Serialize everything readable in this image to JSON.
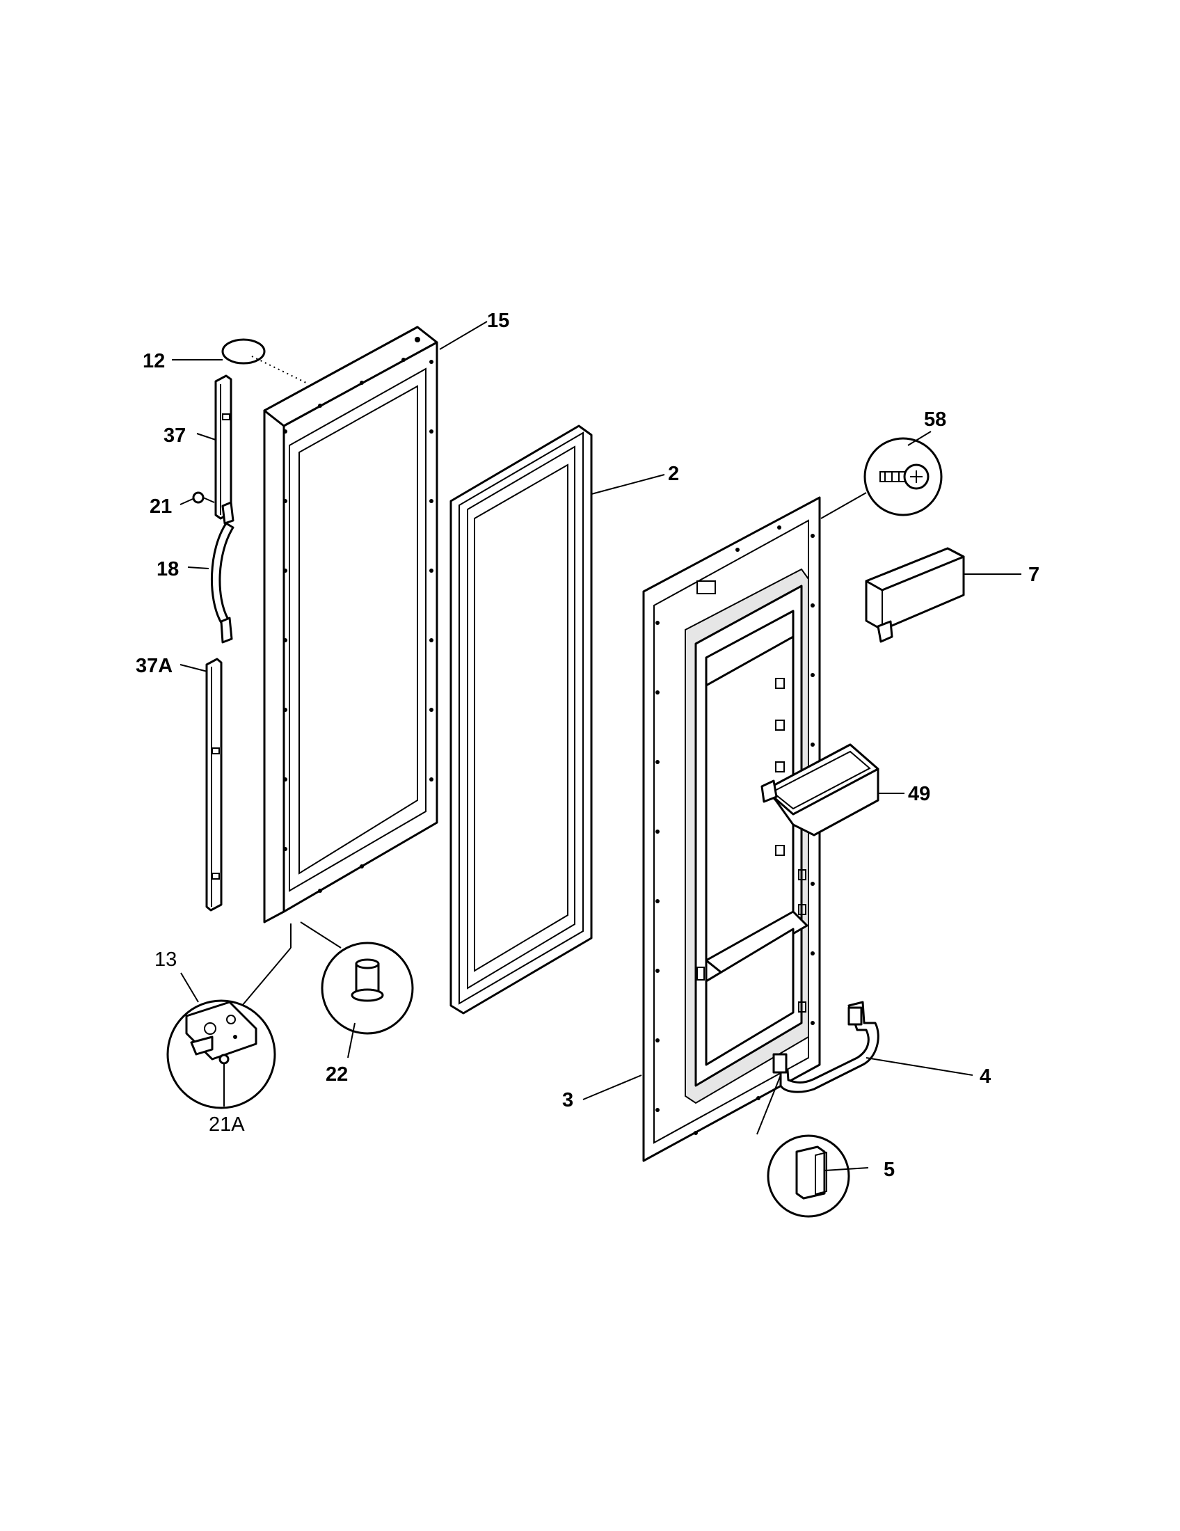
{
  "diagram": {
    "callouts": [
      {
        "id": "12",
        "label": "12"
      },
      {
        "id": "15",
        "label": "15"
      },
      {
        "id": "37",
        "label": "37"
      },
      {
        "id": "21",
        "label": "21"
      },
      {
        "id": "18",
        "label": "18"
      },
      {
        "id": "37A",
        "label": "37A"
      },
      {
        "id": "13",
        "label": "13"
      },
      {
        "id": "21A",
        "label": "21A"
      },
      {
        "id": "22",
        "label": "22"
      },
      {
        "id": "2",
        "label": "2"
      },
      {
        "id": "58",
        "label": "58"
      },
      {
        "id": "7",
        "label": "7"
      },
      {
        "id": "49",
        "label": "49"
      },
      {
        "id": "3",
        "label": "3"
      },
      {
        "id": "4",
        "label": "4"
      },
      {
        "id": "5",
        "label": "5"
      }
    ]
  }
}
